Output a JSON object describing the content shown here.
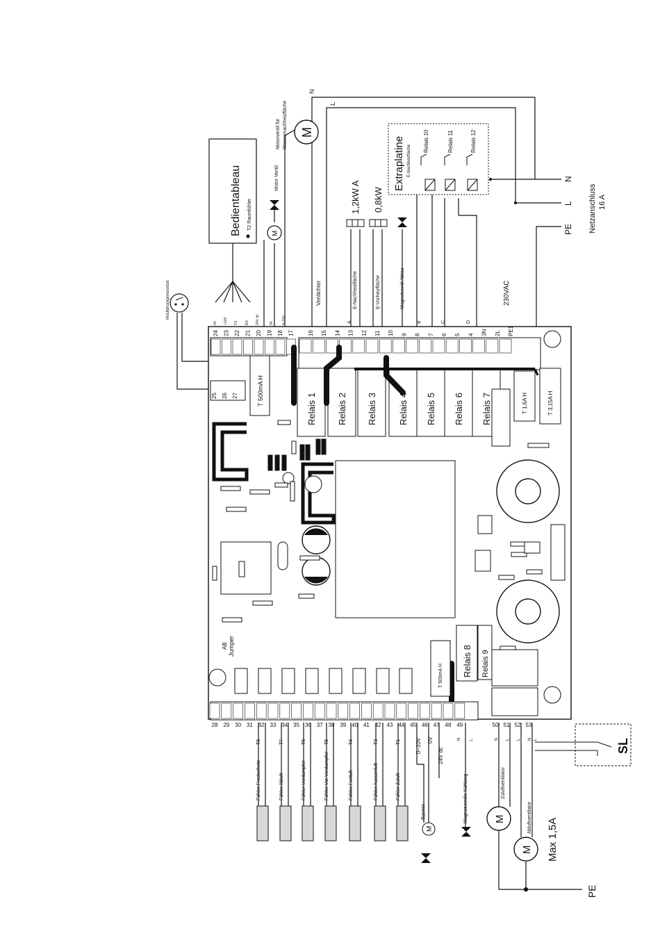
{
  "panel": {
    "title": "Bedientableau",
    "sensor": "T2 Raumfühler"
  },
  "top_labels": {
    "n": "N",
    "l": "L",
    "motor_ventil": "Motor Ventil",
    "motor_ventil_wasser_1": "Motorventil für",
    "motor_ventil_wasser_2": "Wassernachheizfläche",
    "hochdruck": "Hochdruckpressostat",
    "verdichter": "Verdichter",
    "e_nach": "E-Nachheizfläche",
    "e_vor": "E-Vorheizfläche",
    "magnet_abtau": "Magnetventil Abtau",
    "power_a": "1,2kW A",
    "power_b": "0,8kW",
    "vac": "230VAC",
    "a": "A",
    "b": "B",
    "c": "C",
    "d": "D"
  },
  "extra": {
    "title": "Extraplatine",
    "subtitle": "E-Nachheizfläche",
    "relays": [
      "Relais 10",
      "Relais 11",
      "Relais 12"
    ]
  },
  "net": {
    "n": "N",
    "l": "L",
    "pe": "PE",
    "label": "Netzanschluss",
    "amps": "16 A"
  },
  "signal_labels": [
    "0V",
    "+10V",
    "TX",
    "RX",
    "24V dc",
    "0V",
    "0–10V"
  ],
  "top_terminals": [
    "24",
    "23",
    "22",
    "21",
    "20",
    "19",
    "18",
    "17",
    "16",
    "15",
    "14",
    "13",
    "12",
    "11",
    "10",
    "9",
    "8",
    "7",
    "6",
    "5",
    "4",
    "3N",
    "2L",
    "PE1"
  ],
  "side_terminals": [
    "25",
    "26",
    "27"
  ],
  "relays": [
    "Relais 1",
    "Relais 2",
    "Relais 3",
    "Relais 4",
    "Relais 5",
    "Relais 6",
    "Relais 7"
  ],
  "fuses": {
    "f1": "T 500mA H",
    "f2": "T 1,6A H",
    "f3": "T 3,15A H",
    "f4": "T 500mA H"
  },
  "relay8": "Relais 8",
  "relay9": "Relais 9",
  "jumper": {
    "ab": "AB",
    "label": "Jumper"
  },
  "bottom_terminals": [
    "28",
    "29",
    "30",
    "31",
    "32",
    "33",
    "34",
    "35",
    "36",
    "37",
    "38",
    "39",
    "40",
    "41",
    "42",
    "43",
    "44",
    "45",
    "46",
    "47",
    "48",
    "49",
    "50",
    "51",
    "52",
    "53"
  ],
  "bottom_letters": [
    "N",
    "L",
    "N",
    "L",
    "L",
    "N",
    "L"
  ],
  "sensors": [
    {
      "tag": "T8",
      "name": "Fühler Frostschutz"
    },
    {
      "tag": "T7",
      "name": "Fühler Abluft"
    },
    {
      "tag": "T6",
      "name": "Fühler Verdampfer"
    },
    {
      "tag": "T5",
      "name": "Fühler Vor Verdampfer"
    },
    {
      "tag": "T4",
      "name": "Fühler Fortluft"
    },
    {
      "tag": "T3",
      "name": "Fühler Aussenluft"
    },
    {
      "tag": "T1",
      "name": "Fühler Zuluft"
    }
  ],
  "bypass": {
    "v010": "0–10V",
    "v0": "0V",
    "v24": "24V dc",
    "label": "Bypass",
    "m": "M"
  },
  "magnet_kuhlung": "Magnetventile Kühlung",
  "fans": {
    "supply": "Zuluftventilator",
    "exhaust": "Abluftventilator",
    "max": "Max 1,5A",
    "m": "M"
  },
  "sl": "SL",
  "pe_bottom": "PE"
}
